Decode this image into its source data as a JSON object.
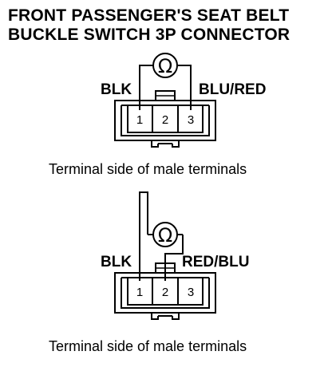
{
  "title": {
    "line1": "FRONT PASSENGER'S SEAT BELT",
    "line2": "BUCKLE SWITCH 3P CONNECTOR"
  },
  "meter_symbol": "Ω",
  "diagrams": [
    {
      "left_label": "BLK",
      "right_label": "BLU/RED",
      "pins": [
        "1",
        "2",
        "3"
      ],
      "caption": "Terminal side of male terminals"
    },
    {
      "left_label": "BLK",
      "right_label": "RED/BLU",
      "pins": [
        "1",
        "2",
        "3"
      ],
      "caption": "Terminal side of male terminals"
    }
  ]
}
